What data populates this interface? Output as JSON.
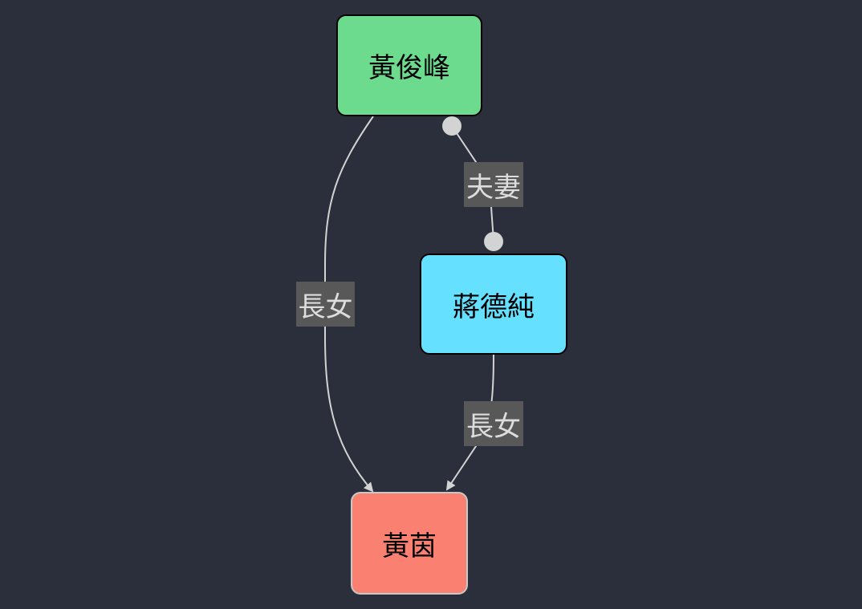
{
  "nodes": {
    "father": {
      "label": "黃俊峰",
      "color": "#6cdb8e"
    },
    "mother": {
      "label": "蔣德純",
      "color": "#66e0ff"
    },
    "daughter": {
      "label": "黃茵",
      "color": "#fa8072"
    }
  },
  "edges": {
    "father_daughter": {
      "label": "長女"
    },
    "father_mother": {
      "label": "夫妻"
    },
    "mother_daughter": {
      "label": "長女"
    }
  },
  "colors": {
    "background": "#2a2f3b",
    "edge": "#d3d3d3",
    "label_bg": "#585858"
  }
}
